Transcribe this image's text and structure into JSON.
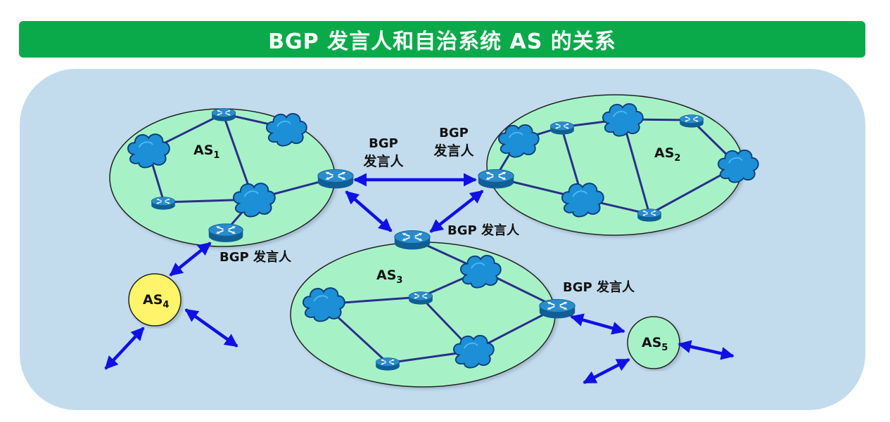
{
  "title": "BGP 发言人和自治系统 AS 的关系",
  "colors": {
    "title_bar": "#0aaa4a",
    "panel": "#c2dcee",
    "as_fill": "#a6f2c6",
    "as4_fill": "#fff46a",
    "link": "#2b2f8c",
    "arrow": "#1010e6",
    "router": "#1e7fb6",
    "cloud": "#1c8fd6"
  },
  "autonomous_systems": [
    {
      "id": "AS1",
      "base": "AS",
      "sub": "1"
    },
    {
      "id": "AS2",
      "base": "AS",
      "sub": "2"
    },
    {
      "id": "AS3",
      "base": "AS",
      "sub": "3"
    },
    {
      "id": "AS4",
      "base": "AS",
      "sub": "4"
    },
    {
      "id": "AS5",
      "base": "AS",
      "sub": "5"
    }
  ],
  "speaker_labels": {
    "as1_right_line1": "BGP",
    "as1_right_line2": "发言人",
    "as2_left_line1": "BGP",
    "as2_left_line2": "发言人",
    "as1_bottom": "BGP 发言人",
    "as3_top": "BGP 发言人",
    "as3_right": "BGP 发言人"
  },
  "icons": {
    "router": "router-icon",
    "cloud": "network-cloud-icon"
  }
}
